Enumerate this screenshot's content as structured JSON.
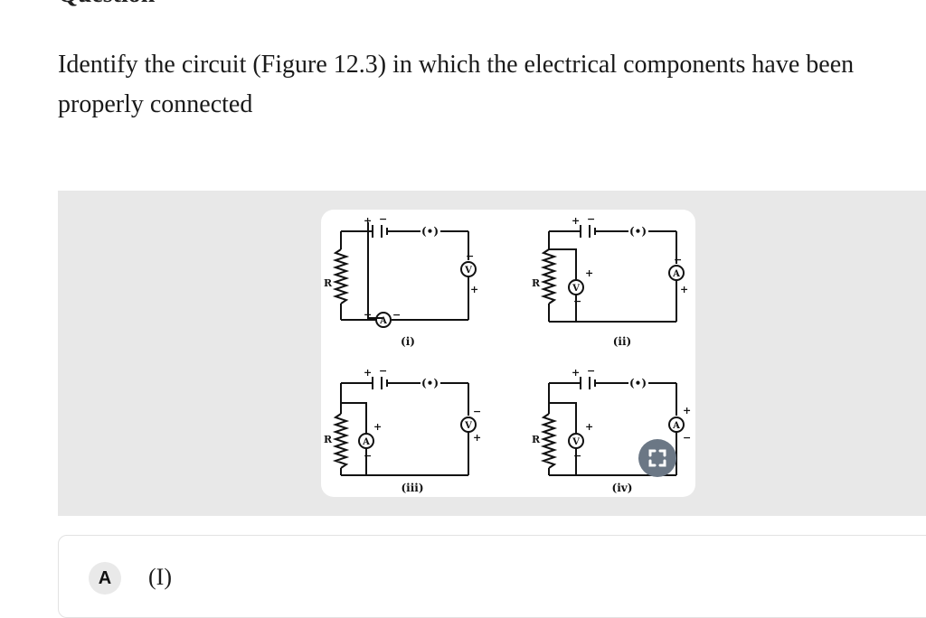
{
  "question": {
    "heading": "Question",
    "text": "Identify the circuit (Figure 12.3) in which the electrical components have been properly connected"
  },
  "figure": {
    "resistor_label": "R",
    "ammeter_symbol": "A",
    "voltmeter_symbol": "V",
    "key_symbol": "(•)",
    "plus": "+",
    "minus": "−",
    "captions": [
      "(i)",
      "(ii)",
      "(iii)",
      "(iv)"
    ],
    "expand_icon": "expand-icon"
  },
  "options": [
    {
      "badge": "A",
      "text": "(I)"
    }
  ],
  "colors": {
    "panel": "#e8e8e8",
    "expand_button": "#6b7785"
  }
}
